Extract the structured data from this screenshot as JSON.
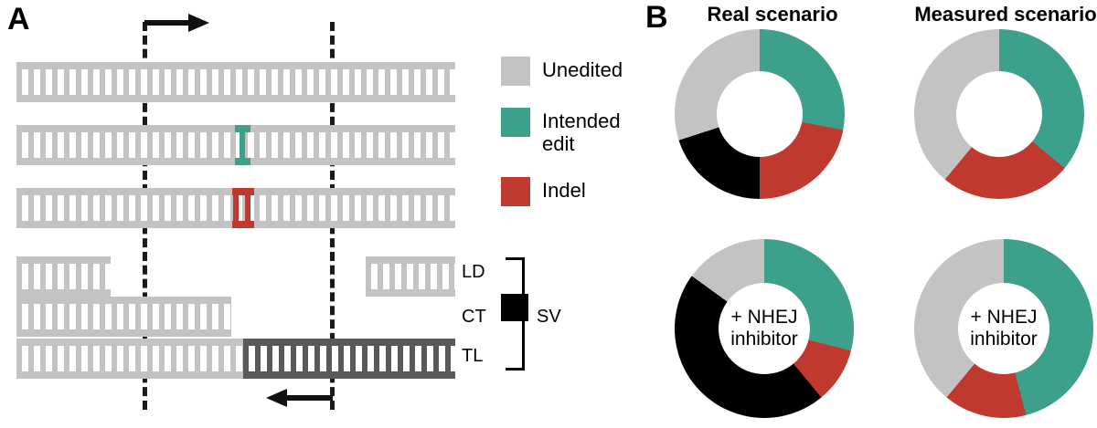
{
  "panels": {
    "a": {
      "letter": "A"
    },
    "b": {
      "letter": "B"
    }
  },
  "legend": {
    "items": [
      {
        "label": "Unedited",
        "color": "#C3C3C3",
        "icon": "square-swatch"
      },
      {
        "label": "Intended\nedit",
        "line1": "Intended",
        "line2": "edit",
        "color": "#3CA08C",
        "icon": "square-swatch"
      },
      {
        "label": "Indel",
        "color": "#C0392F",
        "icon": "square-swatch"
      }
    ]
  },
  "diagram": {
    "row_labels": [
      {
        "id": "ld",
        "label": "LD"
      },
      {
        "id": "ct",
        "label": "CT"
      },
      {
        "id": "tl",
        "label": "TL"
      }
    ],
    "bracket_label": "SV",
    "bracket_color": "#000000",
    "cut_sites": [
      "left-cut-line",
      "right-cut-line"
    ],
    "arrows": [
      {
        "name": "top-arrow",
        "direction": "right"
      },
      {
        "name": "bottom-arrow",
        "direction": "left"
      }
    ],
    "strands": [
      {
        "name": "unedited-strand",
        "marks": []
      },
      {
        "name": "intended-edit-strand",
        "marks": [
          {
            "type": "intended-edit",
            "color": "#3CA08C"
          }
        ]
      },
      {
        "name": "indel-strand",
        "marks": [
          {
            "type": "indel",
            "color": "#C0392F"
          }
        ]
      },
      {
        "name": "large-deletion-strand",
        "marks": []
      },
      {
        "name": "chromosomal-truncation-strand",
        "marks": []
      },
      {
        "name": "translocation-strand",
        "marks": [
          {
            "type": "translocated-segment",
            "color": "#595959"
          }
        ]
      }
    ],
    "colors": {
      "dna": "#C3C3C3",
      "translocation": "#595959",
      "cut": "#1A1A1A"
    }
  },
  "chart_data": [
    {
      "type": "pie",
      "name": "real-scenario-top",
      "title": "Real scenario",
      "center_label": "",
      "legend_position": "left",
      "categories": [
        "Intended edit",
        "Indel",
        "SV",
        "Unedited"
      ],
      "values": [
        28,
        22,
        20,
        30
      ],
      "colors": [
        "#3CA08C",
        "#C0392F",
        "#000000",
        "#C3C3C3"
      ],
      "start_angle": 0,
      "units": "%"
    },
    {
      "type": "pie",
      "name": "measured-scenario-top",
      "title": "Measured scenario",
      "center_label": "",
      "legend_position": "left",
      "categories": [
        "Intended edit",
        "Indel",
        "Unedited"
      ],
      "values": [
        36,
        25,
        39
      ],
      "colors": [
        "#3CA08C",
        "#C0392F",
        "#C3C3C3"
      ],
      "start_angle": 0,
      "units": "%"
    },
    {
      "type": "pie",
      "name": "real-scenario-nhej",
      "title": "Real scenario",
      "center_label": "+ NHEJ inhibitor",
      "center_label_line1": "+ NHEJ",
      "center_label_line2": "inhibitor",
      "legend_position": "left",
      "categories": [
        "Intended edit",
        "Indel",
        "SV",
        "Unedited"
      ],
      "values": [
        29,
        10,
        46,
        15
      ],
      "colors": [
        "#3CA08C",
        "#C0392F",
        "#000000",
        "#C3C3C3"
      ],
      "start_angle": 0,
      "units": "%"
    },
    {
      "type": "pie",
      "name": "measured-scenario-nhej",
      "title": "Measured scenario",
      "center_label": "+ NHEJ inhibitor",
      "center_label_line1": "+ NHEJ",
      "center_label_line2": "inhibitor",
      "legend_position": "left",
      "categories": [
        "Intended edit",
        "Indel",
        "Unedited"
      ],
      "values": [
        46,
        15,
        39
      ],
      "colors": [
        "#3CA08C",
        "#C0392F",
        "#C3C3C3"
      ],
      "start_angle": 0,
      "units": "%"
    }
  ]
}
